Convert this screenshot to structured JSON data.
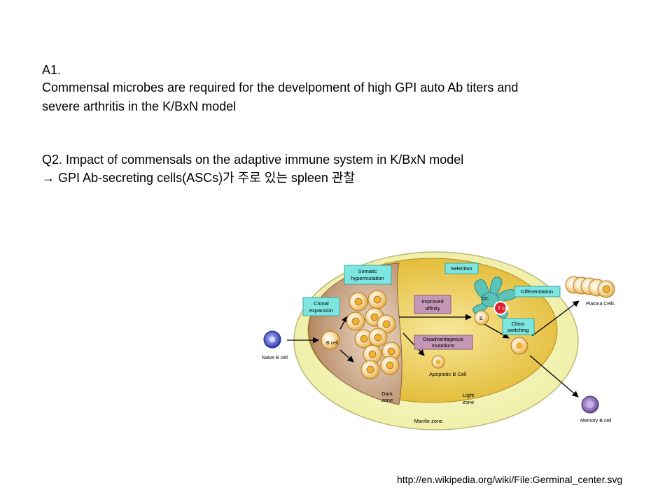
{
  "slide": {
    "a1_heading": "A1.",
    "a1_line1": "Commensal microbes are required for the develpoment of high GPI auto Ab titers and",
    "a1_line2": "severe arthritis in the K/BxN model",
    "q2_heading": "Q2.  Impact of commensals on the adaptive immune system in K/BxN model",
    "q2_arrow": "→",
    "q2_subline": " GPI Ab-secreting cells(ASCs)가 주로 있는 spleen 관찰",
    "source_url": "http://en.wikipedia.org/wiki/File:Germinal_center.svg"
  },
  "diagram": {
    "labels": {
      "somatic_1": "Somatic",
      "somatic_2": "hypermutation",
      "selection": "Selection",
      "differentiation": "Differentiation",
      "clonal_1": "Clonal",
      "clonal_2": "expansion",
      "improved_1": "Improved",
      "improved_2": "affinity",
      "disadv_1": "Disadvantageous",
      "disadv_2": "mutations",
      "class_1": "Class",
      "class_2": "switching",
      "dc": "DC",
      "t_cell": "T cell",
      "b_small": "B",
      "b_cell_inside": "B cell",
      "naive_b": "Naive B cell",
      "plasma": "Plasma Cells",
      "memory_b": "Memory B cell",
      "apoptotic": "Apoptotic B Cell",
      "dark_1": "Dark",
      "dark_2": "zone",
      "light_1": "Light",
      "light_2": "zone",
      "mantle": "Mantle zone"
    },
    "colors": {
      "mantle": "#f3f3b4",
      "light_zone": "#e9c53d",
      "dark_zone": "#c7a27e",
      "label_box": "#7ee6e0",
      "mutation_box": "#c497b7",
      "b_cell": "#f2b12e",
      "naive_cell": "#4a58d6",
      "memory_cell": "#8c68b8",
      "t_cell": "#e02030",
      "dc_cell": "#5bc3b8"
    }
  }
}
